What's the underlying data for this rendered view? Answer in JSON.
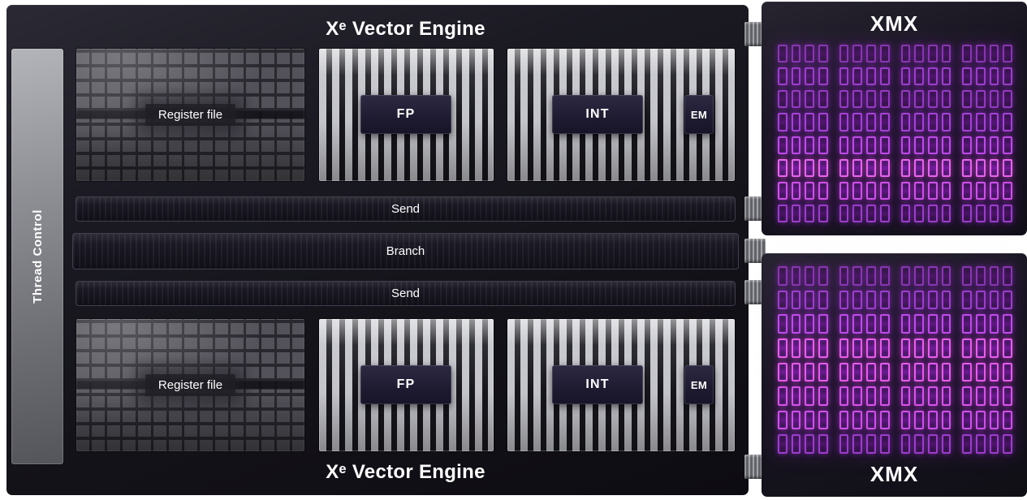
{
  "engine": {
    "title": "Xᵉ Vector Engine",
    "thread_control": "Thread Control",
    "halves": [
      {
        "register_file": "Register file",
        "fp": "FP",
        "int": "INT",
        "em": "EM"
      },
      {
        "register_file": "Register file",
        "fp": "FP",
        "int": "INT",
        "em": "EM"
      }
    ],
    "buses": [
      {
        "label": "Send"
      },
      {
        "label": "Branch"
      },
      {
        "label": "Send"
      }
    ]
  },
  "xmx": {
    "panels": [
      {
        "label": "XMX",
        "position": "top"
      },
      {
        "label": "XMX",
        "position": "bottom"
      }
    ],
    "grid": {
      "rows": 8,
      "cols": 16,
      "group_size": 4
    }
  },
  "colors": {
    "panel_dark": "#15131d",
    "silver": "#c3c4ca",
    "glow_magenta": "#c64cff",
    "text": "#ffffff"
  }
}
